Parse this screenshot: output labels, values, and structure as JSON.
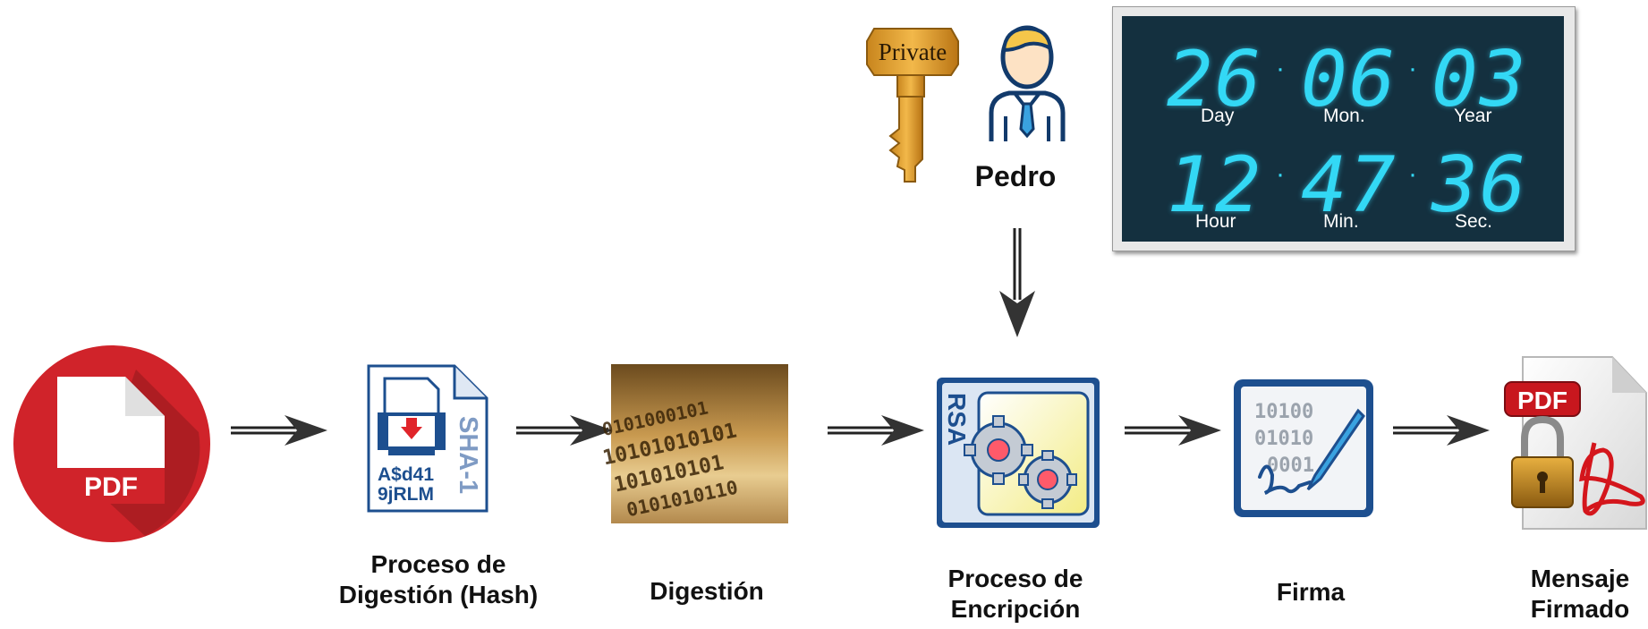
{
  "user": {
    "name": "Pedro",
    "key_label": "Private"
  },
  "clock": {
    "day": "26",
    "mon": "06",
    "year": "03",
    "hour": "12",
    "min": "47",
    "sec": "36",
    "labels": {
      "day": "Day",
      "mon": "Mon.",
      "year": "Year",
      "hour": "Hour",
      "min": "Min.",
      "sec": "Sec."
    }
  },
  "icons": {
    "pdf": "PDF",
    "sha_name": "SHA-1",
    "sha_code_line1": "A$d41",
    "sha_code_line2": "9jRLM",
    "digest_bits": [
      "0101000101",
      "10101010101",
      "101010101",
      "0101010110"
    ],
    "rsa": "RSA",
    "signature_bits": [
      "10100",
      "01010",
      "0001"
    ],
    "pdf_locked": "PDF"
  },
  "steps": {
    "hash_line1": "Proceso de",
    "hash_line2": "Digestión (Hash)",
    "digest": "Digestión",
    "encrypt_line1": "Proceso de",
    "encrypt_line2": "Encripción",
    "signature": "Firma",
    "signed_line1": "Mensaje",
    "signed_line2": "Firmado"
  }
}
